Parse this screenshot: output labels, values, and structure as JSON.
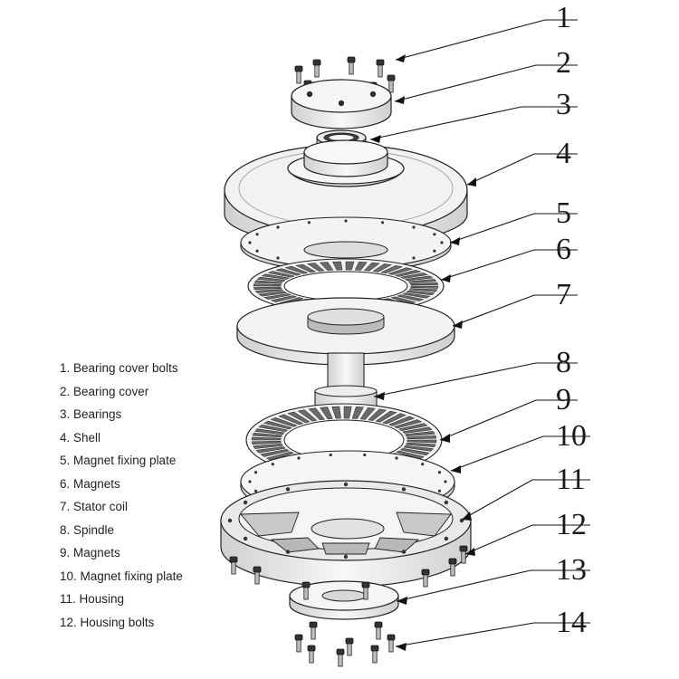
{
  "callouts": [
    "1",
    "2",
    "3",
    "4",
    "5",
    "6",
    "7",
    "8",
    "9",
    "10",
    "11",
    "12",
    "13",
    "14"
  ],
  "legend": [
    "1. Bearing cover bolts",
    "2. Bearing cover",
    "3. Bearings",
    "4. Shell",
    "5. Magnet fixing plate",
    "6. Magnets",
    "7. Stator coil",
    "8. Spindle",
    "9. Magnets",
    "10. Magnet fixing plate",
    "11. Housing",
    "12. Housing bolts"
  ],
  "colors": {
    "line": "#2a2a2a",
    "fill": "#f4f4f4",
    "shade": "#d8d8d8",
    "dark": "#555555"
  }
}
